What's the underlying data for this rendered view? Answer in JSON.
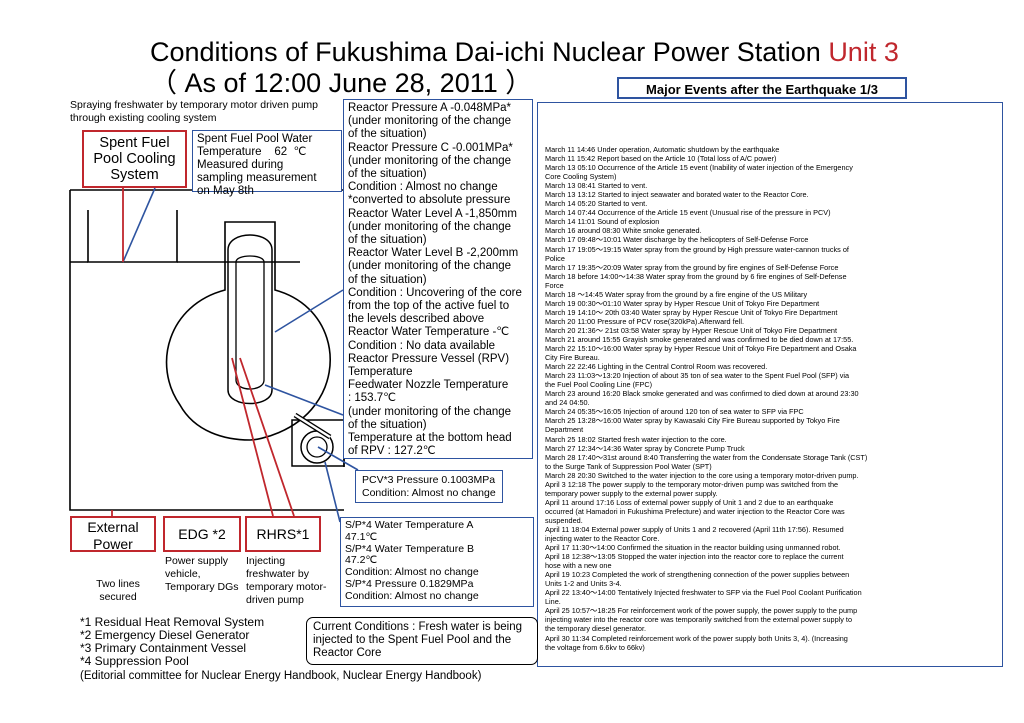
{
  "title": {
    "main": "Conditions of Fukushima Dai-ichi Nuclear Power Station",
    "unit": "Unit 3",
    "as_of": "（ As of 12:00 June 28, 2011 ）"
  },
  "events_header": "Major Events after the Earthquake 1/3",
  "spray_note": "Spraying freshwater by temporary motor driven pump through existing cooling system",
  "sfp_cooling": {
    "line1": "Spent Fuel",
    "line2": "Pool Cooling",
    "line3": "System"
  },
  "sfp_temp": {
    "line1": "Spent Fuel Pool Water",
    "line2": "Temperature    62  ℃",
    "line3": "Measured during",
    "line4": "sampling measurement",
    "line5": "on May 8th"
  },
  "reactor_info": [
    "Reactor Pressure A  -0.048MPa*",
    "(under monitoring of the change",
    "of the situation)",
    "Reactor Pressure C  -0.001MPa*",
    "(under monitoring of the change",
    "of the situation)",
    "Condition : Almost no change",
    "  *converted to absolute pressure",
    "Reactor Water Level A -1,850mm",
    " (under monitoring of the change",
    "of the situation)",
    "Reactor Water Level B -2,200mm",
    " (under monitoring of the change",
    "of the situation)",
    "Condition : Uncovering of the core",
    "from the top of the active fuel to",
    "the levels described above",
    "Reactor Water Temperature   -℃",
    "Condition : No data available",
    "Reactor Pressure Vessel (RPV)",
    "Temperature",
    "Feedwater Nozzle Temperature",
    "                   : 153.7℃",
    "(under monitoring of the change",
    "of the situation)",
    "Temperature at the bottom head",
    "of RPV        :  127.2℃"
  ],
  "events": [
    "March 11  14:46 Under operation, Automatic shutdown by the earthquake",
    "March 11  15:42 Report based on the Article 10 (Total loss of A/C power)",
    "March 13   05:10 Occurrence of the Article 15 event (Inability of water injection of the Emergency\n          Core Cooling System)",
    "March 13    08:41 Started to vent.",
    "March 13  13:12 Started to inject seawater and borated water to the Reactor Core.",
    "March 14   05:20  Started to vent.",
    "March 14    07:44  Occurrence of the Article 15 event (Unusual rise of the pressure in PCV)",
    "March 14  11:01  Sound of explosion",
    "March 16   around 08:30   White smoke generated.",
    "March 17   09:48〜10:01 Water discharge by the helicopters of Self-Defense Force",
    "March 17  19:05〜19:15 Water spray from the ground by High pressure water-cannon trucks of\n          Police",
    "March 17  19:35〜20:09 Water spray from the ground by fire engines of Self-Defense Force",
    "March 18    before 14:00〜14:38 Water spray from the ground by 6 fire engines of Self-Defense\n          Force",
    "March 18   〜14:45  Water spray from the ground by a fire engine of the US Military",
    "March 19  00:30〜01:10 Water spray by Hyper Rescue Unit of Tokyo Fire Department",
    "March 19  14:10〜 20th 03:40 Water spray by Hyper Rescue Unit of Tokyo Fire Department",
    "March 20  11:00  Pressure of PCV rose(320kPa).Afterward fell.",
    "March 20  21:36〜 21st 03:58 Water spray by Hyper Rescue Unit of Tokyo Fire Department",
    "March 21  around 15:55  Grayish  smoke generated and was confirmed to be died down at 17:55.",
    "March 22  15:10〜16:00 Water spray by Hyper Rescue Unit of Tokyo Fire Department and Osaka\n          City Fire Bureau.",
    "March 22  22:46 Lighting in the Central Control Room was recovered.",
    "March 23  11:03〜13:20 Injection of about 35 ton of  sea water to the Spent Fuel Pool (SFP)  via\n          the Fuel Pool Cooling Line (FPC)",
    "March 23  around 16:20   Black  smoke generated and was confirmed to died down at around 23:30\n          and 24 04:50.",
    "March 24  05:35〜16:05 Injection of around 120 ton of sea water to SFP via FPC",
    "March 25  13:28〜16:00 Water spray by Kawasaki City Fire Bureau supported by Tokyo Fire\n          Department",
    "March 25  18:02 Started fresh water injection to the core.",
    "March 27  12:34〜14:36 Water spray by Concrete Pump Truck",
    "March 28  17:40〜31st around 8:40 Transferring the water from the Condensate Storage Tank (CST)\n          to the  Surge Tank of Suppression Pool Water (SPT)",
    "March 28  20:30 Switched to the water injection to the core using a temporary motor-driven pump.",
    "April 3  12:18 The power supply to the temporary motor-driven pump was switched from the\n          temporary power supply to the external power supply.",
    "April 11 around 17:16  Loss of external power supply of Unit 1 and 2 due to an earthquake\n          occurred (at Hamadori in Fukushima Prefecture) and water injection to the Reactor Core was\n          suspended.",
    "April 11  18:04  External power supply of Units 1 and 2 recovered (April 11th 17:56). Resumed\n          injecting water to the Reactor Core.",
    "April 17  11:30〜14:00 Confirmed the situation in the reactor building using unmanned robot.",
    "April 18  12:38〜13:05 Stopped the water injection into the reactor core to replace the current\n          hose with a new one",
    "April 19  10:23 Completed the work of strengthening connection of the power supplies between\n          Units 1-2 and Units 3-4.",
    "April 22  13:40〜14:00  Tentatively Injected freshwater to SFP via the Fuel Pool Coolant Purification\n          Line.",
    "April 25  10:57〜18:25 For reinforcement work of the power supply, the power supply to the pump\n          injecting water into the reactor core was temporarily switched from the external power supply to\n          the temporary diesel generator.",
    "April 30  11:34  Completed reinforcement work of the power supply both Units 3, 4). (Increasing\n          the voltage from 6.6kv to 66kv)"
  ],
  "pcv": {
    "line1": "PCV*3  Pressure   0.1003MPa",
    "line2": "Condition: Almost no change"
  },
  "sp": [
    "S/P*4   Water Temperature A",
    "47.1℃",
    "S/P*4   Water Temperature B",
    "47.2℃",
    "Condition: Almost no change",
    "S/P*4   Pressure   0.1829MPa",
    "Condition: Almost no change"
  ],
  "external_power": {
    "line1": "External",
    "line2": "Power",
    "caption1": "Two lines",
    "caption2": "secured"
  },
  "edg": {
    "label": "EDG *2",
    "caption1": "Power supply",
    "caption2": "vehicle,",
    "caption3": "Temporary DGs"
  },
  "rhrs": {
    "label": "RHRS*1",
    "caption1": "Injecting",
    "caption2": "freshwater by",
    "caption3": "temporary motor-",
    "caption4": "driven pump"
  },
  "footnotes": [
    "*1 Residual Heat Removal System",
    "*2 Emergency Diesel Generator",
    "*3 Primary Containment Vessel",
    "*4 Suppression Pool"
  ],
  "editorial": "(Editorial committee for Nuclear Energy Handbook, Nuclear Energy Handbook)",
  "current_conditions": "Current Conditions : Fresh water is being injected to the Spent Fuel Pool and the Reactor Core",
  "colors": {
    "accent_red": "#c0272d",
    "accent_blue": "#2e54a0"
  }
}
